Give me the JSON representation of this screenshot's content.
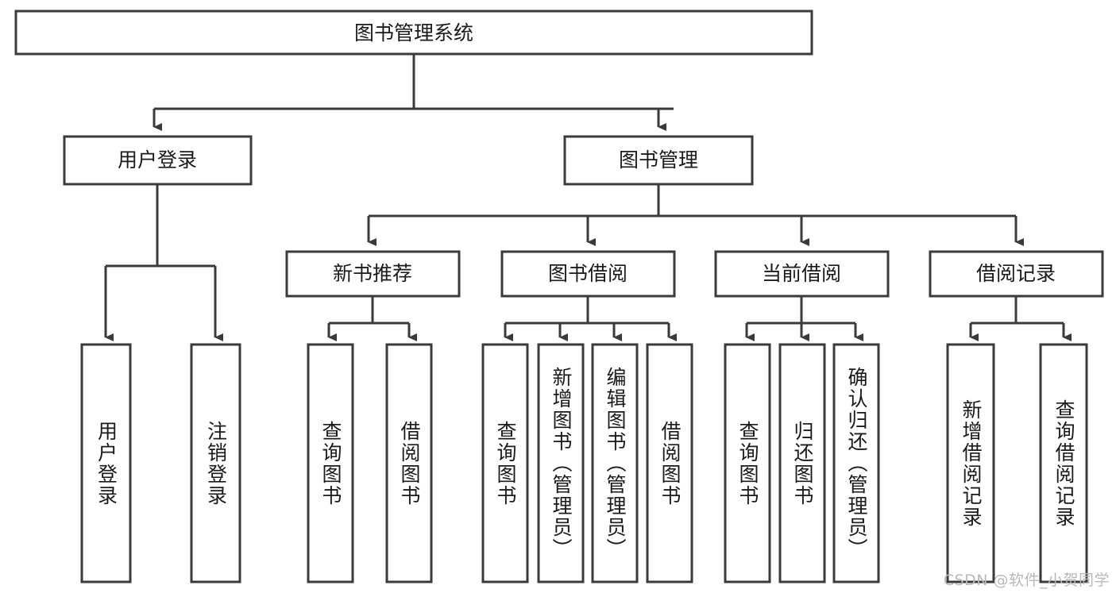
{
  "diagram": {
    "type": "tree-hierarchy-diagram",
    "title": "图书管理系统",
    "orientation": "top-down",
    "levels": 4,
    "root": {
      "id": "root",
      "label": "图书管理系统",
      "level": 1,
      "text_direction": "horizontal"
    },
    "level2": [
      {
        "id": "user-login",
        "label": "用户登录",
        "level": 2,
        "text_direction": "horizontal",
        "parent": "root"
      },
      {
        "id": "book-manage",
        "label": "图书管理",
        "level": 2,
        "text_direction": "horizontal",
        "parent": "root"
      }
    ],
    "level3": [
      {
        "id": "new-book-recommend",
        "label": "新书推荐",
        "level": 3,
        "text_direction": "horizontal",
        "parent": "book-manage"
      },
      {
        "id": "book-borrow",
        "label": "图书借阅",
        "level": 3,
        "text_direction": "horizontal",
        "parent": "book-manage"
      },
      {
        "id": "current-borrow",
        "label": "当前借阅",
        "level": 3,
        "text_direction": "horizontal",
        "parent": "book-manage"
      },
      {
        "id": "borrow-record",
        "label": "借阅记录",
        "level": 3,
        "text_direction": "horizontal",
        "parent": "book-manage"
      }
    ],
    "leaves": [
      {
        "id": "leaf-user-login",
        "label": "用户登录",
        "parent": "user-login",
        "text_direction": "vertical"
      },
      {
        "id": "leaf-logout-login",
        "label": "注销登录",
        "parent": "user-login",
        "text_direction": "vertical"
      },
      {
        "id": "leaf-query-book-1",
        "label": "查询图书",
        "parent": "new-book-recommend",
        "text_direction": "vertical"
      },
      {
        "id": "leaf-borrow-book-1",
        "label": "借阅图书",
        "parent": "new-book-recommend",
        "text_direction": "vertical"
      },
      {
        "id": "leaf-query-book-2",
        "label": "查询图书",
        "parent": "book-borrow",
        "text_direction": "vertical"
      },
      {
        "id": "leaf-add-book",
        "label": "新增图书（管理员）",
        "parent": "book-borrow",
        "text_direction": "vertical"
      },
      {
        "id": "leaf-edit-book",
        "label": "编辑图书（管理员）",
        "parent": "book-borrow",
        "text_direction": "vertical"
      },
      {
        "id": "leaf-borrow-book-2",
        "label": "借阅图书",
        "parent": "book-borrow",
        "text_direction": "vertical"
      },
      {
        "id": "leaf-query-book-3",
        "label": "查询图书",
        "parent": "current-borrow",
        "text_direction": "vertical"
      },
      {
        "id": "leaf-return-book",
        "label": "归还图书",
        "parent": "current-borrow",
        "text_direction": "vertical"
      },
      {
        "id": "leaf-confirm-return",
        "label": "确认归还（管理员）",
        "parent": "current-borrow",
        "text_direction": "vertical"
      },
      {
        "id": "leaf-add-record",
        "label": "新增借阅记录",
        "parent": "borrow-record",
        "text_direction": "vertical"
      },
      {
        "id": "leaf-query-record",
        "label": "查询借阅记录",
        "parent": "borrow-record",
        "text_direction": "vertical"
      }
    ],
    "colors": {
      "box_stroke": "#3a3a3a",
      "box_fill": "#ffffff",
      "connector": "#3a3a3a",
      "text": "#1a1a1a",
      "background": "#ffffff",
      "watermark": "#b9b9b9"
    }
  },
  "watermark": {
    "text": "CSDN @软件_小贺同学"
  }
}
